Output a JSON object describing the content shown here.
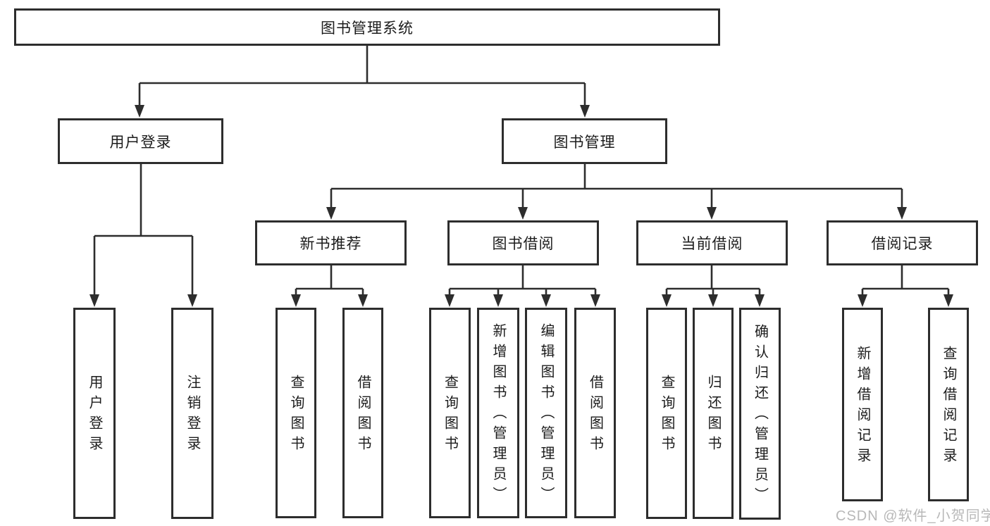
{
  "colors": {
    "background": "#ffffff",
    "line": "#2d2d2d",
    "box_border": "#2d2d2d",
    "text": "#1c1c1c",
    "watermark": "#b8b8b8"
  },
  "watermark": "CSDN @软件_小贺同学",
  "tree": {
    "root": {
      "label": "图书管理系统",
      "children": [
        {
          "label": "用户登录",
          "children": [
            {
              "label": "用户登录"
            },
            {
              "label": "注销登录"
            }
          ]
        },
        {
          "label": "图书管理",
          "children": [
            {
              "label": "新书推荐",
              "children": [
                {
                  "label": "查询图书"
                },
                {
                  "label": "借阅图书"
                }
              ]
            },
            {
              "label": "图书借阅",
              "children": [
                {
                  "label": "查询图书"
                },
                {
                  "label": "新增图书（管理员）"
                },
                {
                  "label": "编辑图书（管理员）"
                },
                {
                  "label": "借阅图书"
                }
              ]
            },
            {
              "label": "当前借阅",
              "children": [
                {
                  "label": "查询图书"
                },
                {
                  "label": "归还图书"
                },
                {
                  "label": "确认归还（管理员）"
                }
              ]
            },
            {
              "label": "借阅记录",
              "children": [
                {
                  "label": "新增借阅记录"
                },
                {
                  "label": "查询借阅记录"
                }
              ]
            }
          ]
        }
      ]
    }
  }
}
